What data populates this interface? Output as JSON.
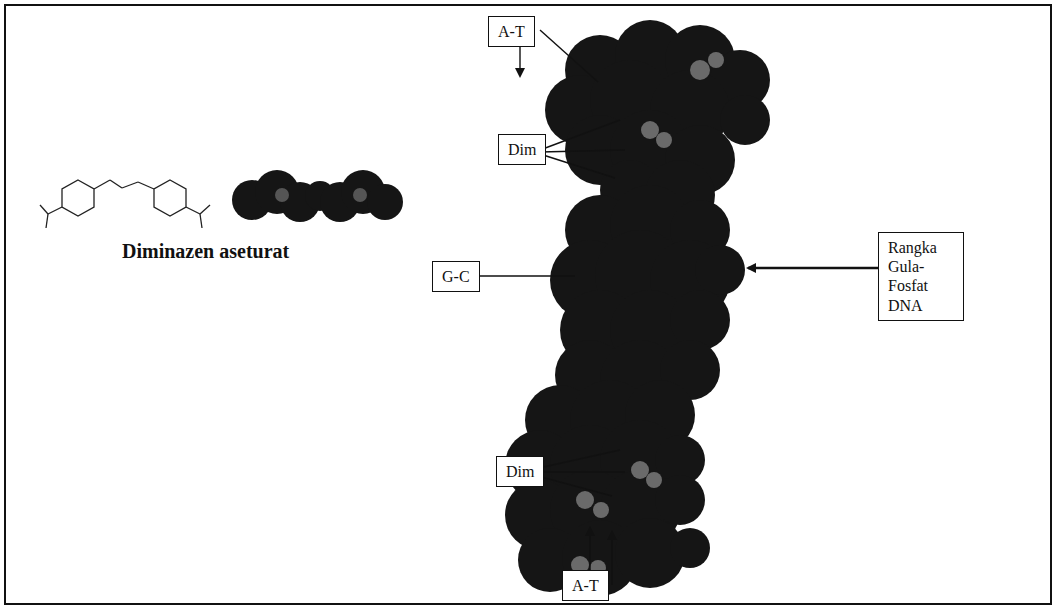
{
  "diagram": {
    "nodes": [
      {
        "text": [
          "A-T"
        ]
      },
      {
        "text": [
          "Dim"
        ]
      },
      {
        "text": [
          "G-C"
        ]
      },
      {
        "text": [
          "Rangka Gula-Fosfat DNA"
        ]
      },
      {
        "text": [
          "Dim"
        ]
      },
      {
        "text": [
          "A-T"
        ]
      }
    ],
    "labels": [
      "Diminazen aseturat"
    ]
  }
}
